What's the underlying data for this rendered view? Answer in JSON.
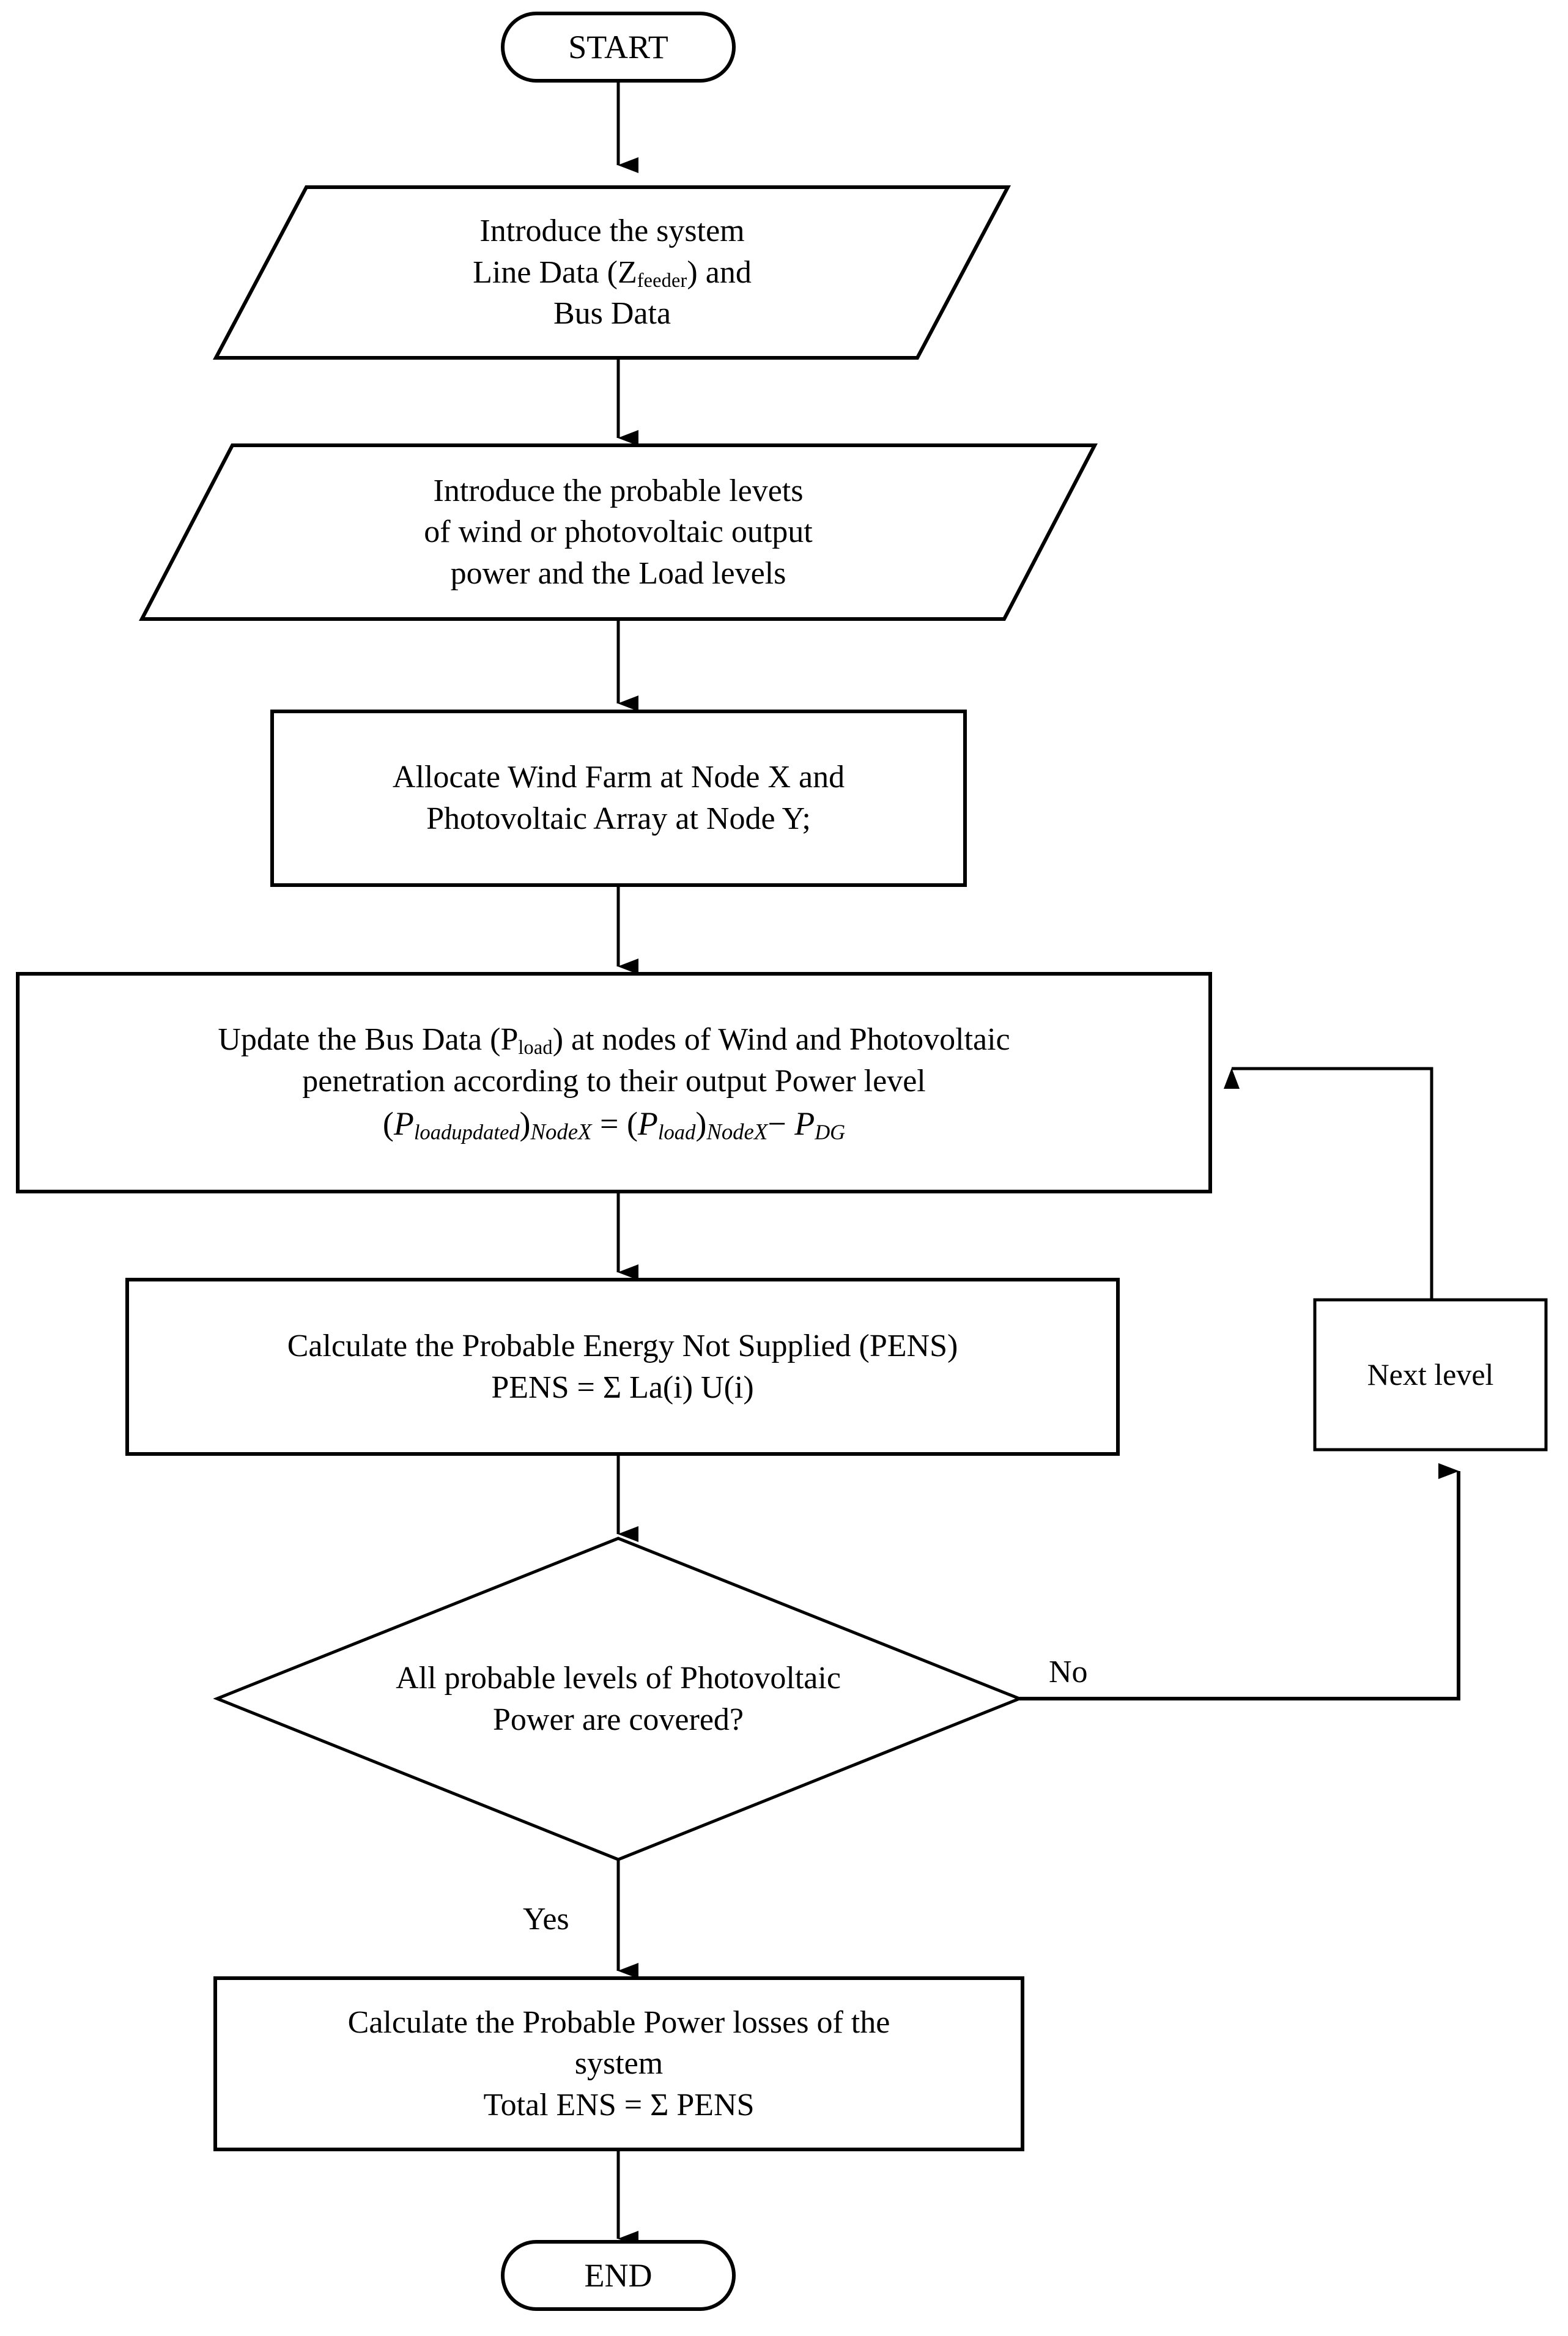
{
  "diagram": {
    "title": "Probabilistic Energy Not Supplied (PENS) evaluation flowchart",
    "orientation": "top-to-bottom",
    "stroke_color": "#000000",
    "fill_color": "#ffffff",
    "background": "#ffffff"
  },
  "nodes": {
    "start": {
      "shape": "terminator",
      "label": "START"
    },
    "input_system": {
      "shape": "parallelogram",
      "lines": [
        "Introduce the system",
        "Line Data (Z_feeder) and",
        "Bus Data"
      ],
      "line1": "Introduce the system",
      "line2_pre": "Line Data (Z",
      "line2_sub": "feeder",
      "line2_post": ") and",
      "line3": "Bus Data"
    },
    "input_levels": {
      "shape": "parallelogram",
      "line1": "Introduce the probable levets",
      "line2": "of wind or photovoltaic output",
      "line3": "power and the Load levels"
    },
    "allocate": {
      "shape": "process",
      "line1": "Allocate Wind Farm at Node X and",
      "line2": "Photovoltaic Array at Node Y;"
    },
    "update_bus": {
      "shape": "process",
      "line1_pre": "Update the Bus Data (P",
      "line1_sub": "load",
      "line1_post": ") at nodes of Wind and Photovoltaic",
      "line2": "penetration according to their output Power level",
      "equation": {
        "lhs_open": "(",
        "lhs_var": "P",
        "lhs_sub": "loadupdated",
        "lhs_close": ")",
        "lhs_node": "NodeX",
        "operator_eq": "=",
        "rhs_open": "(",
        "rhs_var": "P",
        "rhs_sub": "load",
        "rhs_close": ")",
        "rhs_node": "NodeX",
        "operator_minus": "−",
        "rhs2_var": "P",
        "rhs2_sub": "DG",
        "plain": "(Ploadupdated)NodeX = (Pload)NodeX − PDG"
      }
    },
    "calc_pens": {
      "shape": "process",
      "line1": "Calculate the Probable Energy Not Supplied (PENS)",
      "line2": "PENS = Σ La(i) U(i)"
    },
    "decision": {
      "shape": "decision",
      "line1": "All probable levels of Photovoltaic",
      "line2": "Power are covered?"
    },
    "next_level": {
      "shape": "process",
      "label": "Next level"
    },
    "calc_losses": {
      "shape": "process",
      "line1": "Calculate the Probable Power losses of the",
      "line2": "system",
      "line3": "Total ENS = Σ PENS"
    },
    "end": {
      "shape": "terminator",
      "label": "END"
    }
  },
  "edge_labels": {
    "no": "No",
    "yes": "Yes"
  },
  "flow": [
    {
      "from": "start",
      "to": "input_system",
      "label": ""
    },
    {
      "from": "input_system",
      "to": "input_levels",
      "label": ""
    },
    {
      "from": "input_levels",
      "to": "allocate",
      "label": ""
    },
    {
      "from": "allocate",
      "to": "update_bus",
      "label": ""
    },
    {
      "from": "update_bus",
      "to": "calc_pens",
      "label": ""
    },
    {
      "from": "calc_pens",
      "to": "decision",
      "label": ""
    },
    {
      "from": "decision",
      "to": "next_level",
      "label": "No"
    },
    {
      "from": "next_level",
      "to": "update_bus",
      "label": ""
    },
    {
      "from": "decision",
      "to": "calc_losses",
      "label": "Yes"
    },
    {
      "from": "calc_losses",
      "to": "end",
      "label": ""
    }
  ]
}
